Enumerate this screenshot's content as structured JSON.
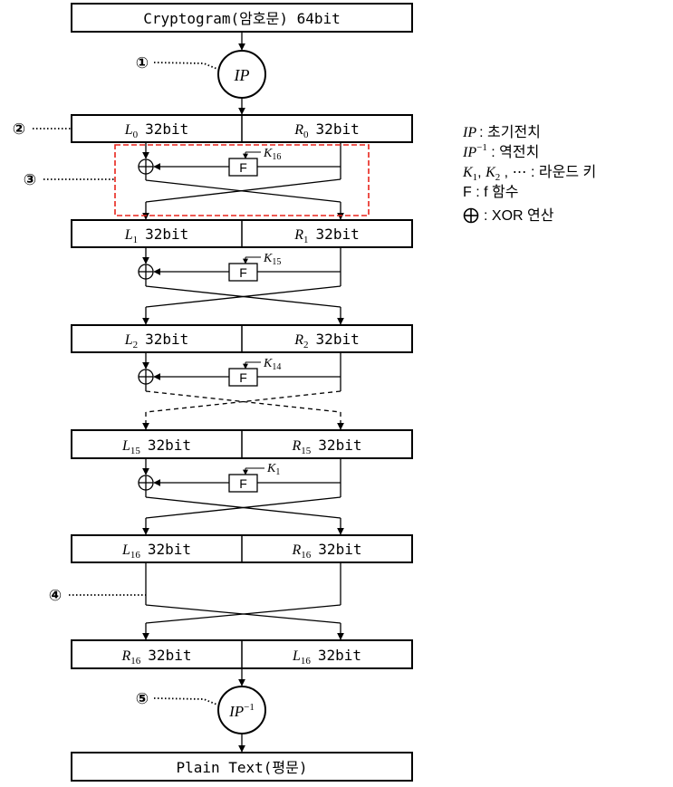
{
  "top_box": {
    "text": "Cryptogram(암호문) 64bit"
  },
  "ip_circle": {
    "label": "IP"
  },
  "ipinv_circle": {
    "label": "IP",
    "sup": "−1"
  },
  "bottom_box": {
    "text": "Plain Text(평문)"
  },
  "bit_suffix": "32bit",
  "rows": [
    {
      "left_sym": "L",
      "left_sub": "0",
      "right_sym": "R",
      "right_sub": "0"
    },
    {
      "left_sym": "L",
      "left_sub": "1",
      "right_sym": "R",
      "right_sub": "1"
    },
    {
      "left_sym": "L",
      "left_sub": "2",
      "right_sym": "R",
      "right_sub": "2"
    },
    {
      "left_sym": "L",
      "left_sub": "15",
      "right_sym": "R",
      "right_sub": "15"
    },
    {
      "left_sym": "L",
      "left_sub": "16",
      "right_sym": "R",
      "right_sub": "16"
    },
    {
      "left_sym": "R",
      "left_sub": "16",
      "right_sym": "L",
      "right_sub": "16"
    }
  ],
  "rounds": [
    {
      "f_label": "F",
      "key_sym": "K",
      "key_sub": "16"
    },
    {
      "f_label": "F",
      "key_sym": "K",
      "key_sub": "15"
    },
    {
      "f_label": "F",
      "key_sym": "K",
      "key_sub": "14"
    },
    {
      "f_label": "F",
      "key_sym": "K",
      "key_sub": "1"
    }
  ],
  "markers": [
    "①",
    "②",
    "③",
    "④",
    "⑤"
  ],
  "legend": {
    "ip": {
      "sym": "IP",
      "desc": ": 초기전치"
    },
    "ipinv": {
      "sym": "IP",
      "sup": "−1",
      "desc": " :  역전치"
    },
    "keys": {
      "k1": "K",
      "k1_sub": "1",
      "sep": ", ",
      "k2": "K",
      "k2_sub": "2",
      "desc": " , ⋯ : 라운드 키"
    },
    "f": {
      "desc": "F : f 함수"
    },
    "xor": {
      "desc": ": XOR  연산"
    }
  }
}
